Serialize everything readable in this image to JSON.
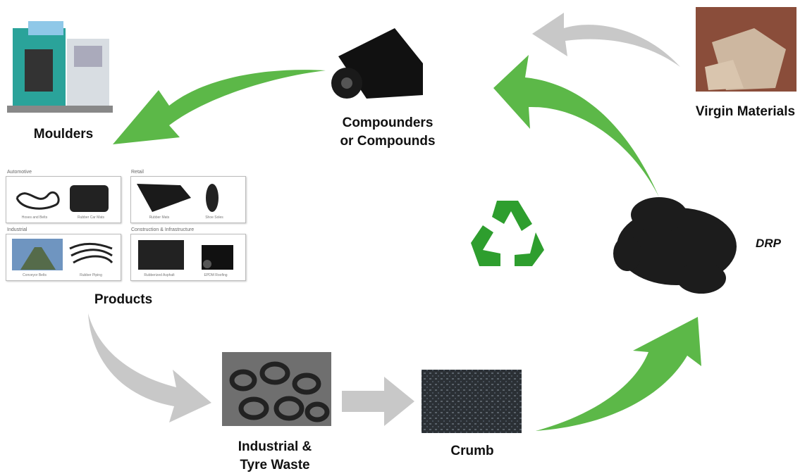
{
  "nodes": {
    "moulders": "Moulders",
    "compounders_line1": "Compounders",
    "compounders_line2": "or Compounds",
    "virgin": "Virgin Materials",
    "products": "Products",
    "tyre_line1": "Industrial  &",
    "tyre_line2": "Tyre Waste",
    "crumb": "Crumb",
    "drp": "DRP"
  },
  "products_panel": {
    "groups": [
      {
        "title": "Automotive",
        "items": [
          "Hoses and Belts",
          "Rubber Car Mats"
        ]
      },
      {
        "title": "Retail",
        "items": [
          "Rubber Mats",
          "Shoe Soles"
        ]
      },
      {
        "title": "Industrial",
        "items": [
          "Conveyor Belts",
          "Rubber Piping"
        ]
      },
      {
        "title": "Construction & Infrastructure",
        "items": [
          "Rubberized Asphalt",
          "EPDM Roofing"
        ]
      }
    ]
  },
  "colors": {
    "green_arrow": "#5cb848",
    "grey_arrow": "#c8c8c8",
    "recycle": "#2e9e2e"
  },
  "icons": {
    "center": "recycle-icon"
  }
}
